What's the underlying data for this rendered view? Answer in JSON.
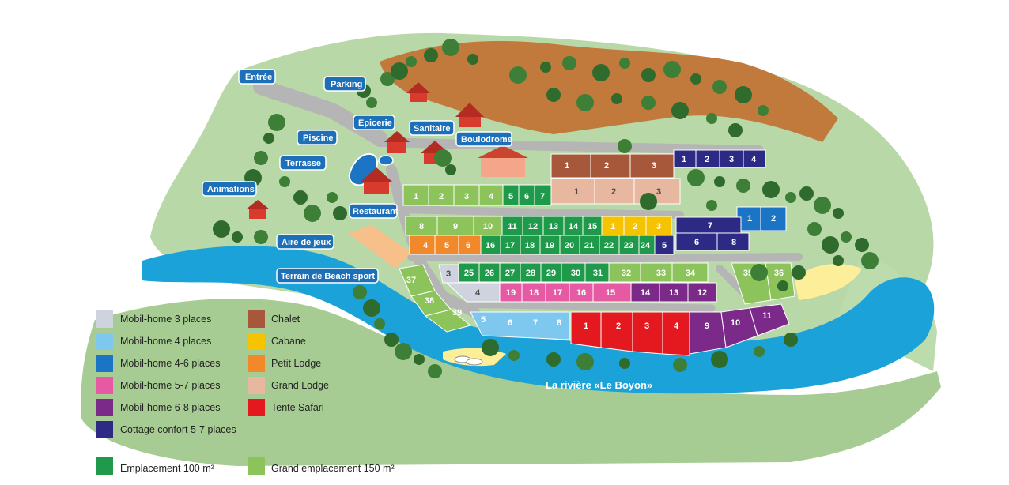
{
  "colors": {
    "mh3": "#cfd3dd",
    "mh4": "#7ec8f0",
    "mh46": "#1b74c4",
    "mh57": "#e65aa3",
    "mh68": "#7c2a8a",
    "cottage": "#2d2a86",
    "chalet": "#a8583a",
    "cabane": "#f5c300",
    "lodge": "#f1892a",
    "grand_lodge": "#e8b7a0",
    "safari": "#e3191f",
    "emp100": "#1f9a4a",
    "emp150": "#8cc35a"
  },
  "poi": {
    "entree": "Entrée",
    "parking": "Parking",
    "epicerie": "Épicerie",
    "piscine": "Piscine",
    "sanitaire": "Sanitaire",
    "boulodrome": "Boulodrome",
    "terrasse": "Terrasse",
    "animations": "Animations",
    "restaurant": "Restaurant",
    "aire_de_jeux": "Aire de jeux",
    "beach_sport": "Terrain de Beach sport"
  },
  "river_label": "La rivière «Le Boyon»",
  "plots": {
    "chalet": [
      "1",
      "2",
      "3"
    ],
    "cottage_top": [
      "1",
      "2",
      "3",
      "4"
    ],
    "grand_lodge": [
      "1",
      "2",
      "3"
    ],
    "row1_big": [
      "1",
      "2",
      "3",
      "4"
    ],
    "row1_std": [
      "5",
      "6",
      "7"
    ],
    "mh46": [
      "1",
      "2"
    ],
    "cottage_mid": [
      "7",
      "6",
      "8"
    ],
    "row2_big": [
      "8",
      "9",
      "10"
    ],
    "row2_std": [
      "11",
      "12",
      "13",
      "14",
      "15"
    ],
    "cabane": [
      "1",
      "2",
      "3"
    ],
    "lodge": [
      "4",
      "5",
      "6"
    ],
    "row3_std": [
      "16",
      "17",
      "18",
      "19",
      "20",
      "21",
      "22",
      "23",
      "24"
    ],
    "cottage_row3": [
      "5"
    ],
    "mh3": [
      "3",
      "4"
    ],
    "row4_std": [
      "25",
      "26",
      "27",
      "28",
      "29",
      "30",
      "31"
    ],
    "row4_big": [
      "32",
      "33",
      "34"
    ],
    "east_big": [
      "35",
      "36"
    ],
    "mh57": [
      "19",
      "18",
      "17",
      "16",
      "15"
    ],
    "mh68_row": [
      "14",
      "13",
      "12"
    ],
    "west_big": [
      "37",
      "38",
      "39"
    ],
    "mh4": [
      "5",
      "6",
      "7",
      "8"
    ],
    "safari": [
      "1",
      "2",
      "3",
      "4"
    ],
    "mh68_river": [
      "9",
      "10",
      "11"
    ]
  },
  "legend": {
    "left": [
      "Mobil-home 3 places",
      "Mobil-home 4 places",
      "Mobil-home 4-6 places",
      "Mobil-home 5-7 places",
      "Mobil-home 6-8 places",
      "Cottage confort 5-7 places"
    ],
    "right": [
      "Chalet",
      "Cabane",
      "Petit Lodge",
      "Grand Lodge",
      "Tente Safari"
    ],
    "emp100": "Emplacement 100 m²",
    "emp150": "Grand emplacement 150 m²"
  }
}
